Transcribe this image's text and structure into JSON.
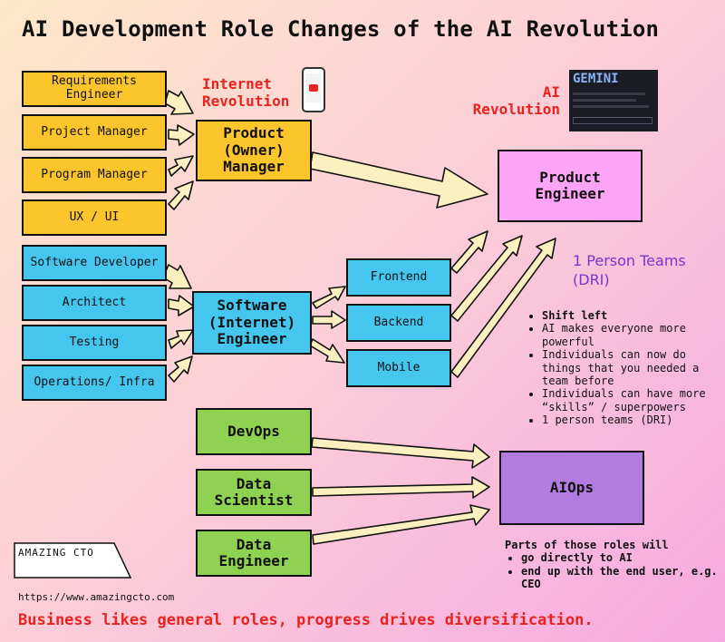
{
  "title": "AI Development Role Changes of the AI Revolution",
  "internet_revolution": "Internet Revolution",
  "ai_revolution": "AI Revolution",
  "gemini_logo": "GEMINI",
  "product_roles": [
    "Requirements Engineer",
    "Project Manager",
    "Program Manager",
    "UX / UI"
  ],
  "product_owner": "Product (Owner) Manager",
  "product_engineer": "Product Engineer",
  "software_roles": [
    "Software Developer",
    "Architect",
    "Testing",
    "Operations/ Infra"
  ],
  "software_engineer": "Software (Internet) Engineer",
  "specializations": [
    "Frontend",
    "Backend",
    "Mobile"
  ],
  "one_person_teams": "1 Person Teams (DRI)",
  "benefits": [
    "Shift left",
    "AI makes everyone more powerful",
    "Individuals can now do things that you needed a team before",
    "Individuals can have more “skills” / superpowers",
    "1 person teams (DRI)"
  ],
  "ops_roles": [
    "DevOps",
    "Data Scientist",
    "Data Engineer"
  ],
  "aiops": "AIOps",
  "aiops_note_title": "Parts of those roles will",
  "aiops_note_items": [
    "go directly to AI",
    "end up with the end user, e.g. CEO"
  ],
  "brand": "AMAZING CTO",
  "url": "https://www.amazingcto.com",
  "footer": "Business likes general roles, progress drives diversification.",
  "colors": {
    "yellow": "#fcc52c",
    "blue": "#44c6ef",
    "green": "#8fd150",
    "pink": "#fda4f7",
    "purple": "#b27be0",
    "red": "#e8231f",
    "arrow": "#fdf0c0"
  }
}
